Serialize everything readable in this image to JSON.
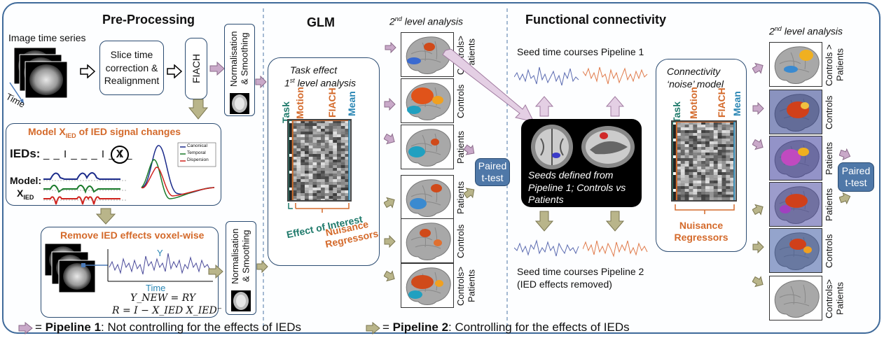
{
  "sections": {
    "preprocessing": "Pre-Processing",
    "glm": "GLM",
    "fc": "Functional connectivity",
    "second_level": "2nd level analysis"
  },
  "preproc": {
    "image_series": "Image time series",
    "time": "Time",
    "slice_time": "Slice time correction & Realignment",
    "fiach": "FIACH",
    "norm": "Normalisation & Smoothing",
    "model_title_a": "Model X",
    "model_title_sub": "IED",
    "model_title_b": " of IED signal changes",
    "ieds_label": "IEDs:",
    "ieds_seq": "_ _ I _ _ _ I _ I _",
    "multiply": "X",
    "model_label": "Model:",
    "x_label": "X",
    "x_sub": "IED",
    "legend_canonical": "Canonical",
    "legend_temporal": "Temporal",
    "legend_dispersion": "Dispersion",
    "remove_title": "Remove IED effects voxel-wise",
    "y_label": "Y",
    "time2": "Time",
    "eq1": "Y_NEW = RY",
    "eq2": "R = I − X_IED X_IED⁻"
  },
  "glm": {
    "task_effect": "Task effect",
    "first_level": "1st level analysis",
    "task": "Task",
    "motion": "Motion",
    "fiach": "FIACH",
    "mean": "Mean",
    "effect": "Effect of Interest",
    "nuisance": "Nuisance Regressors",
    "labels": [
      "Controls> Patients",
      "Controls",
      "Patients",
      "Patients",
      "Controls",
      "Controls> Patients"
    ],
    "paired": "Paired t-test"
  },
  "fc": {
    "seed1": "Seed time courses Pipeline 1",
    "seeds_defined": "Seeds defined from Pipeline 1; Controls vs Patients",
    "seed2_line1": "Seed time courses Pipeline 2",
    "seed2_line2": "(IED effects removed)",
    "conn_model_a": "Connectivity",
    "conn_model_b": "‘noise’ model",
    "task": "Task",
    "motion": "Motion",
    "fiach": "FIACH",
    "mean": "Mean",
    "nuisance": "Nuisance Regressors",
    "labels": [
      "Controls > Patients",
      "Controls",
      "Patients",
      "Patients",
      "Controls",
      "Controls> Patients"
    ],
    "paired": "Paired t-test"
  },
  "legend": {
    "p1_bold": "Pipeline 1",
    "p1_eq": "= ",
    "p1_text": ": Not controlling for the effects of IEDs",
    "p2_bold": "Pipeline 2",
    "p2_eq": "= ",
    "p2_text": ": Controlling for the effects of IEDs"
  },
  "colors": {
    "border": "#3f6a9a",
    "pipeline1_arrow": "#c9a9c9",
    "pipeline2_arrow": "#b9b58a",
    "orange": "#d46a2b",
    "teal": "#1f7a6b",
    "blue": "#2a86b4",
    "paired_box": "#4f78a8"
  }
}
